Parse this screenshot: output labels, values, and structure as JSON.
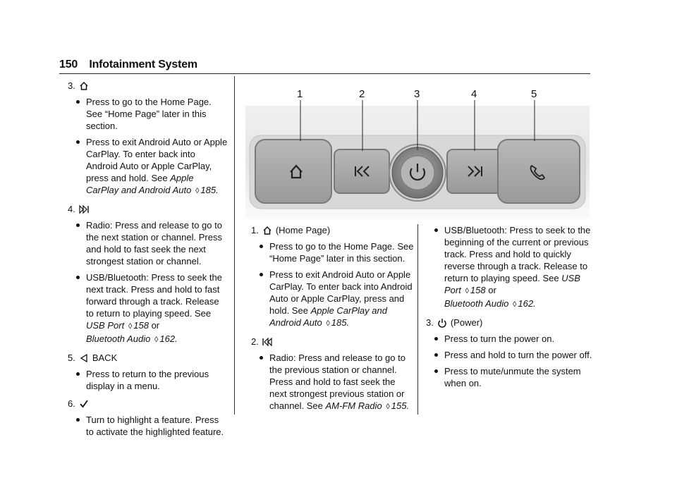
{
  "header": {
    "page_number": "150",
    "title": "Infotainment System"
  },
  "figure": {
    "callouts": [
      "1",
      "2",
      "3",
      "4",
      "5"
    ]
  },
  "left": {
    "item3": {
      "num": "3.",
      "icon": "home-icon",
      "bullets": [
        "Press to go to the Home Page. See “Home Page” later in this section.",
        "Press to exit Android Auto or Apple CarPlay. To enter back into Android Auto or Apple CarPlay, press and hold. See"
      ],
      "ref_text": "Apple CarPlay and Android Auto",
      "ref_page": "185."
    },
    "item4": {
      "num": "4.",
      "icon": "seek-forward-icon",
      "b1": "Radio: Press and release to go to the next station or channel. Press and hold to fast seek the next strongest station or channel.",
      "b2": "USB/Bluetooth: Press to seek the next track. Press and hold to fast forward through a track. Release to return to playing speed. See",
      "ref1": "USB Port",
      "page1": "158",
      "or": "or",
      "ref2": "Bluetooth Audio",
      "page2": "162."
    },
    "item5": {
      "num": "5.",
      "icon": "back-icon",
      "label": "BACK",
      "b1": "Press to return to the previous display in a menu."
    },
    "item6": {
      "num": "6.",
      "icon": "check-icon",
      "b1": "Turn to highlight a feature. Press to activate the highlighted feature."
    }
  },
  "middle": {
    "item1": {
      "num": "1.",
      "icon": "home-icon",
      "label": "(Home Page)",
      "b1": "Press to go to the Home Page. See “Home Page” later in this section.",
      "b2": "Press to exit Android Auto or Apple CarPlay. To enter back into Android Auto or Apple CarPlay, press and hold. See",
      "ref": "Apple CarPlay and Android Auto",
      "page": "185."
    },
    "item2": {
      "num": "2.",
      "icon": "seek-back-icon",
      "b1": "Radio: Press and release to go to the previous station or channel. Press and hold to fast seek the next strongest previous station or channel. See",
      "ref": "AM-FM Radio",
      "page": "155."
    }
  },
  "right": {
    "cont": {
      "b1": "USB/Bluetooth: Press to seek to the beginning of the current or previous track. Press and hold to quickly reverse through a track. Release to return to playing speed. See",
      "ref1": "USB Port",
      "page1": "158",
      "or": "or",
      "ref2": "Bluetooth Audio",
      "page2": "162."
    },
    "item3": {
      "num": "3.",
      "icon": "power-icon",
      "label": "(Power)",
      "bullets": [
        "Press to turn the power on.",
        "Press and hold to turn the power off.",
        "Press to mute/unmute the system when on."
      ]
    }
  }
}
